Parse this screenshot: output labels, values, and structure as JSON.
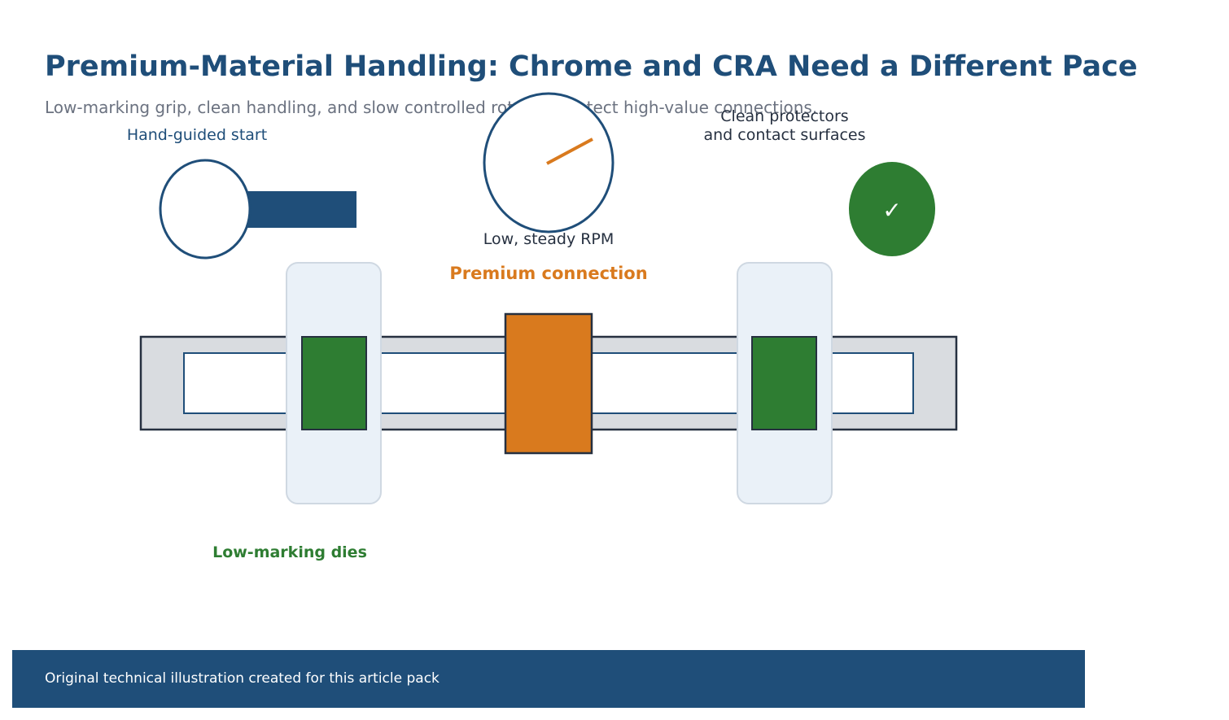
{
  "header": {
    "title": "Premium-Material Handling: Chrome and CRA Need a Different Pace",
    "subtitle": "Low-marking grip, clean handling, and slow controlled rotation protect high-value connections."
  },
  "labels": {
    "hand_guided": "Hand-guided start",
    "rpm": "Low, steady RPM",
    "clean_line1": "Clean protectors",
    "clean_line2": "and contact surfaces",
    "premium_connection": "Premium connection",
    "low_marking_dies": "Low-marking dies"
  },
  "icons": {
    "check_glyph": "✓"
  },
  "footer": {
    "text": "Original technical illustration created for this article pack"
  },
  "colors": {
    "navy": "#1f4e79",
    "orange": "#d97a1e",
    "green": "#2e7d32",
    "pipe_fill": "#d9dce0",
    "die_pad": "#eaf1f8",
    "text_dark": "#263040",
    "text_gray": "#6b7280"
  }
}
